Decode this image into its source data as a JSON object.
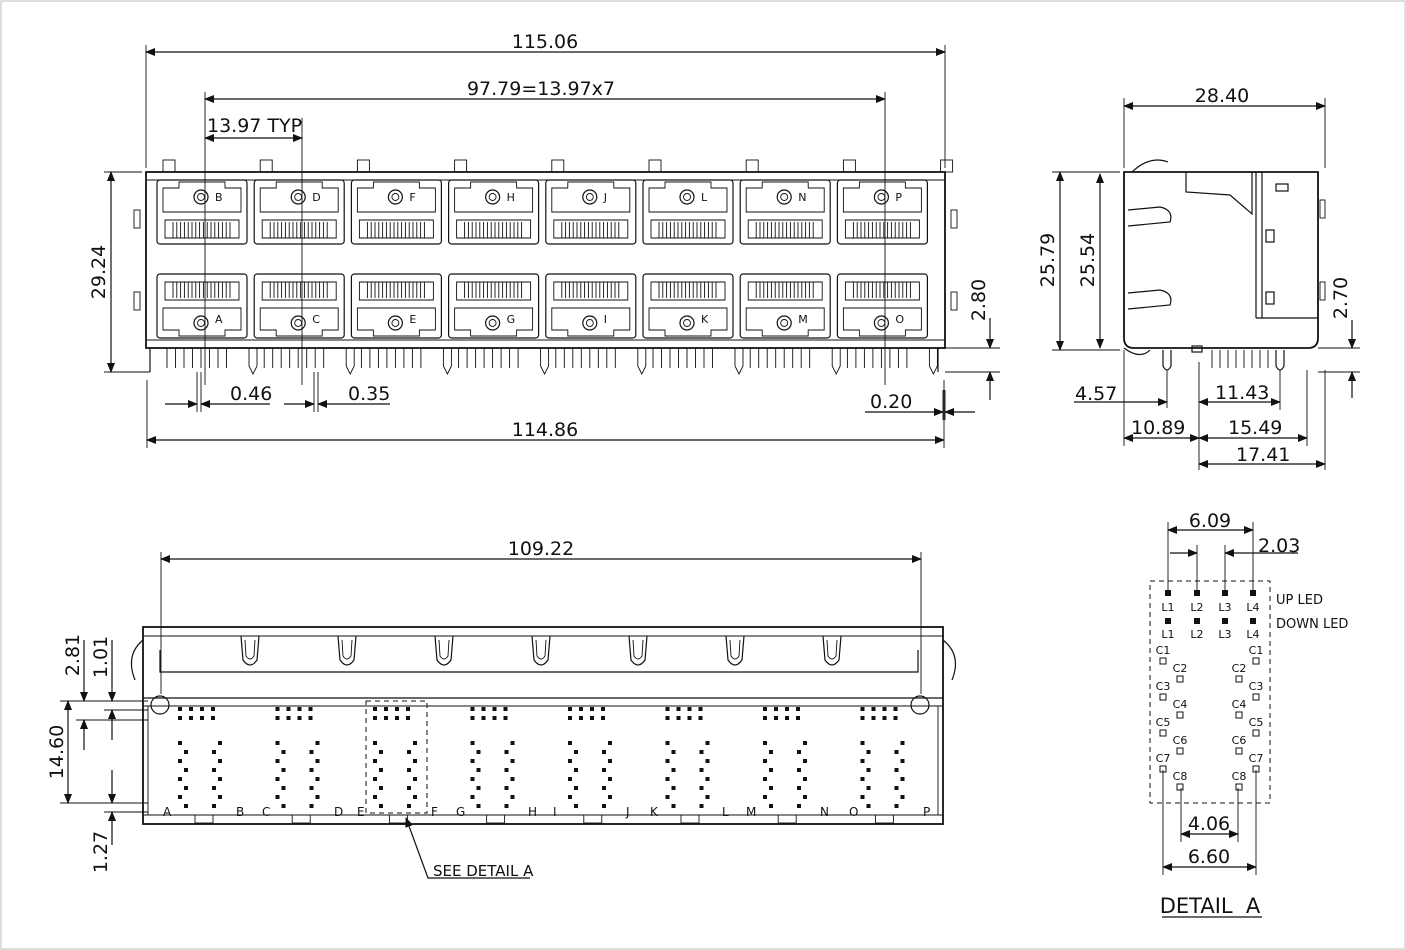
{
  "dimensions": {
    "front_view": {
      "overall_width_top": "115.06",
      "pitch_span": "97.79=13.97x7",
      "pitch_typ": "13.97 TYP",
      "height": "29.24",
      "pin_offset": "2.80",
      "pin_width_a": "0.46",
      "pin_width_b": "0.35",
      "edge_offset": "0.20",
      "overall_width_bottom": "114.86"
    },
    "side_view": {
      "depth": "28.40",
      "height_outer": "25.79",
      "height_inner": "25.54",
      "pin_offset": "2.70",
      "d1": "4.57",
      "d2": "11.43",
      "d3": "10.89",
      "d4": "15.49",
      "d5": "17.41"
    },
    "bottom_view": {
      "span": "109.22",
      "v1": "2.81",
      "v2": "1.01",
      "v3": "14.60",
      "v4": "1.27",
      "callout": "SEE DETAIL A"
    },
    "detail_a": {
      "w1": "6.09",
      "w2": "2.03",
      "w3": "4.06",
      "w4": "6.60",
      "up_led": "UP LED",
      "down_led": "DOWN LED",
      "title": "DETAIL  A"
    }
  },
  "port_labels_top": [
    "B",
    "D",
    "F",
    "H",
    "J",
    "L",
    "N",
    "P"
  ],
  "port_labels_bottom": [
    "A",
    "C",
    "E",
    "G",
    "I",
    "K",
    "M",
    "O"
  ],
  "bottom_view_letters": [
    "A",
    "B",
    "C",
    "D",
    "E",
    "F",
    "G",
    "H",
    "I",
    "J",
    "K",
    "L",
    "M",
    "N",
    "O",
    "P"
  ],
  "led_labels": [
    "L1",
    "L2",
    "L3",
    "L4"
  ],
  "contact_labels_left": [
    "C1",
    "C2",
    "C3",
    "C4",
    "C5",
    "C6",
    "C7",
    "C8"
  ],
  "contact_labels_right": [
    "C1",
    "C2",
    "C3",
    "C4",
    "C5",
    "C6",
    "C7",
    "C8"
  ]
}
